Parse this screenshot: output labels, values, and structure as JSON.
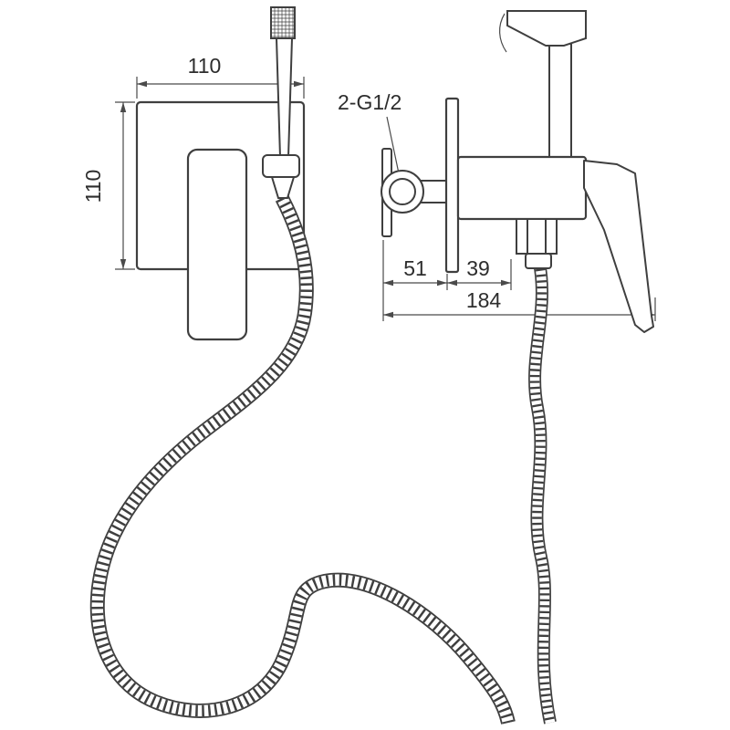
{
  "front_view": {
    "width_label": "110",
    "height_label": "110"
  },
  "side_view": {
    "thread_label": "2-G1/2",
    "dim_inlet_offset": "51",
    "dim_plate_to_hose": "39",
    "dim_total_depth": "184"
  },
  "colors": {
    "line": "#3f3f3f",
    "text": "#2d2d2d",
    "background": "#ffffff"
  }
}
